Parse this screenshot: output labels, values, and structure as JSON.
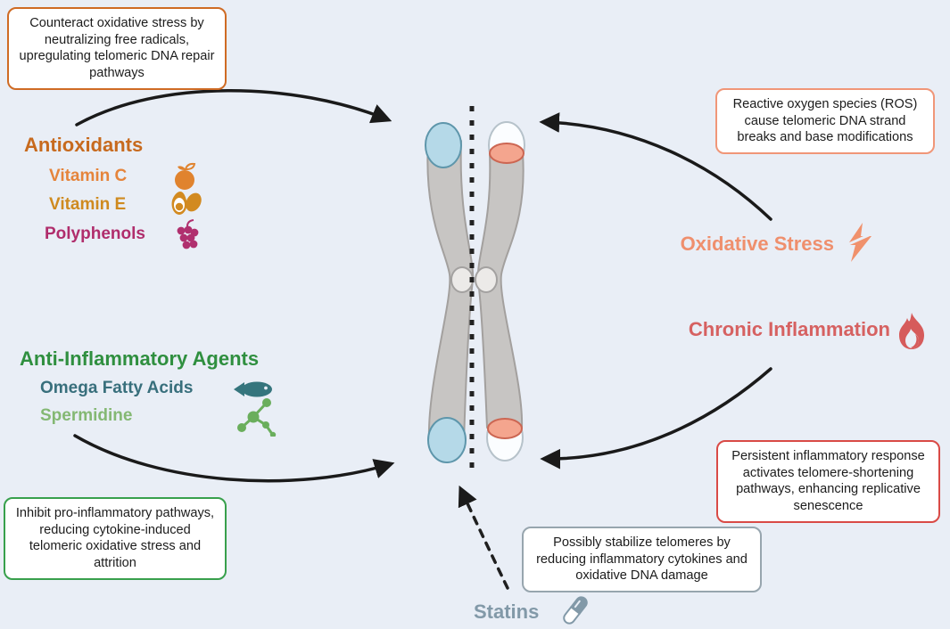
{
  "figure": {
    "subject": "telomere-oxidative-stress-inflammation-diagram"
  },
  "boxes": {
    "antioxidant_effect": "Counteract oxidative stress by neutralizing free radicals, upregulating telomeric DNA repair pathways",
    "ros_effect": "Reactive oxygen species (ROS) cause telomeric DNA strand breaks and base modifications",
    "anti_inflammatory_effect": "Inhibit pro-inflammatory pathways, reducing cytokine-induced telomeric oxidative stress and attrition",
    "inflammation_effect": "Persistent inflammatory response activates telomere-shortening pathways, enhancing replicative senescence",
    "statins_effect": "Possibly stabilize telomeres by reducing inflammatory cytokines and oxidative DNA damage"
  },
  "groups": {
    "antioxidants": {
      "title": "Antioxidants",
      "items": [
        {
          "label": "Vitamin C",
          "icon": "orange-fruit-icon"
        },
        {
          "label": "Vitamin E",
          "icon": "avocado-icon"
        },
        {
          "label": "Polyphenols",
          "icon": "grapes-icon"
        }
      ]
    },
    "anti_inflammatory": {
      "title": "Anti-Inflammatory Agents",
      "items": [
        {
          "label": "Omega Fatty Acids",
          "icon": "fish-icon"
        },
        {
          "label": "Spermidine",
          "icon": "molecule-icon"
        }
      ]
    }
  },
  "factors": {
    "oxidative_stress": {
      "label": "Oxidative Stress",
      "icon": "lightning-icon"
    },
    "chronic_inflammation": {
      "label": "Chronic Inflammation",
      "icon": "flame-icon"
    },
    "statins": {
      "label": "Statins",
      "icon": "pill-icon"
    }
  },
  "colors": {
    "background": "#e9eef6",
    "antioxidants_title": "#c76a1e",
    "vitamin_c": "#e5843b",
    "vitamin_e": "#cf8a1f",
    "polyphenols": "#b02d6c",
    "anti_inflammatory_title": "#2f8f3f",
    "omega_fatty_acids": "#386f7c",
    "spermidine": "#84b873",
    "oxidative_stress": "#ef8f6d",
    "chronic_inflammation": "#d66161",
    "statins": "#8299a8",
    "box_border_antioxidant": "#cf6b24",
    "box_border_ros": "#f09678",
    "box_border_anti_inflammatory": "#38a04c",
    "box_border_inflammation": "#d94a46",
    "box_border_statins": "#97a5ae",
    "telomere_healthy": "#b5d9e8",
    "telomere_shortened": "#f4a58e",
    "chromosome_body": "#c7c5c3",
    "arrow": "#1a1a1a"
  }
}
